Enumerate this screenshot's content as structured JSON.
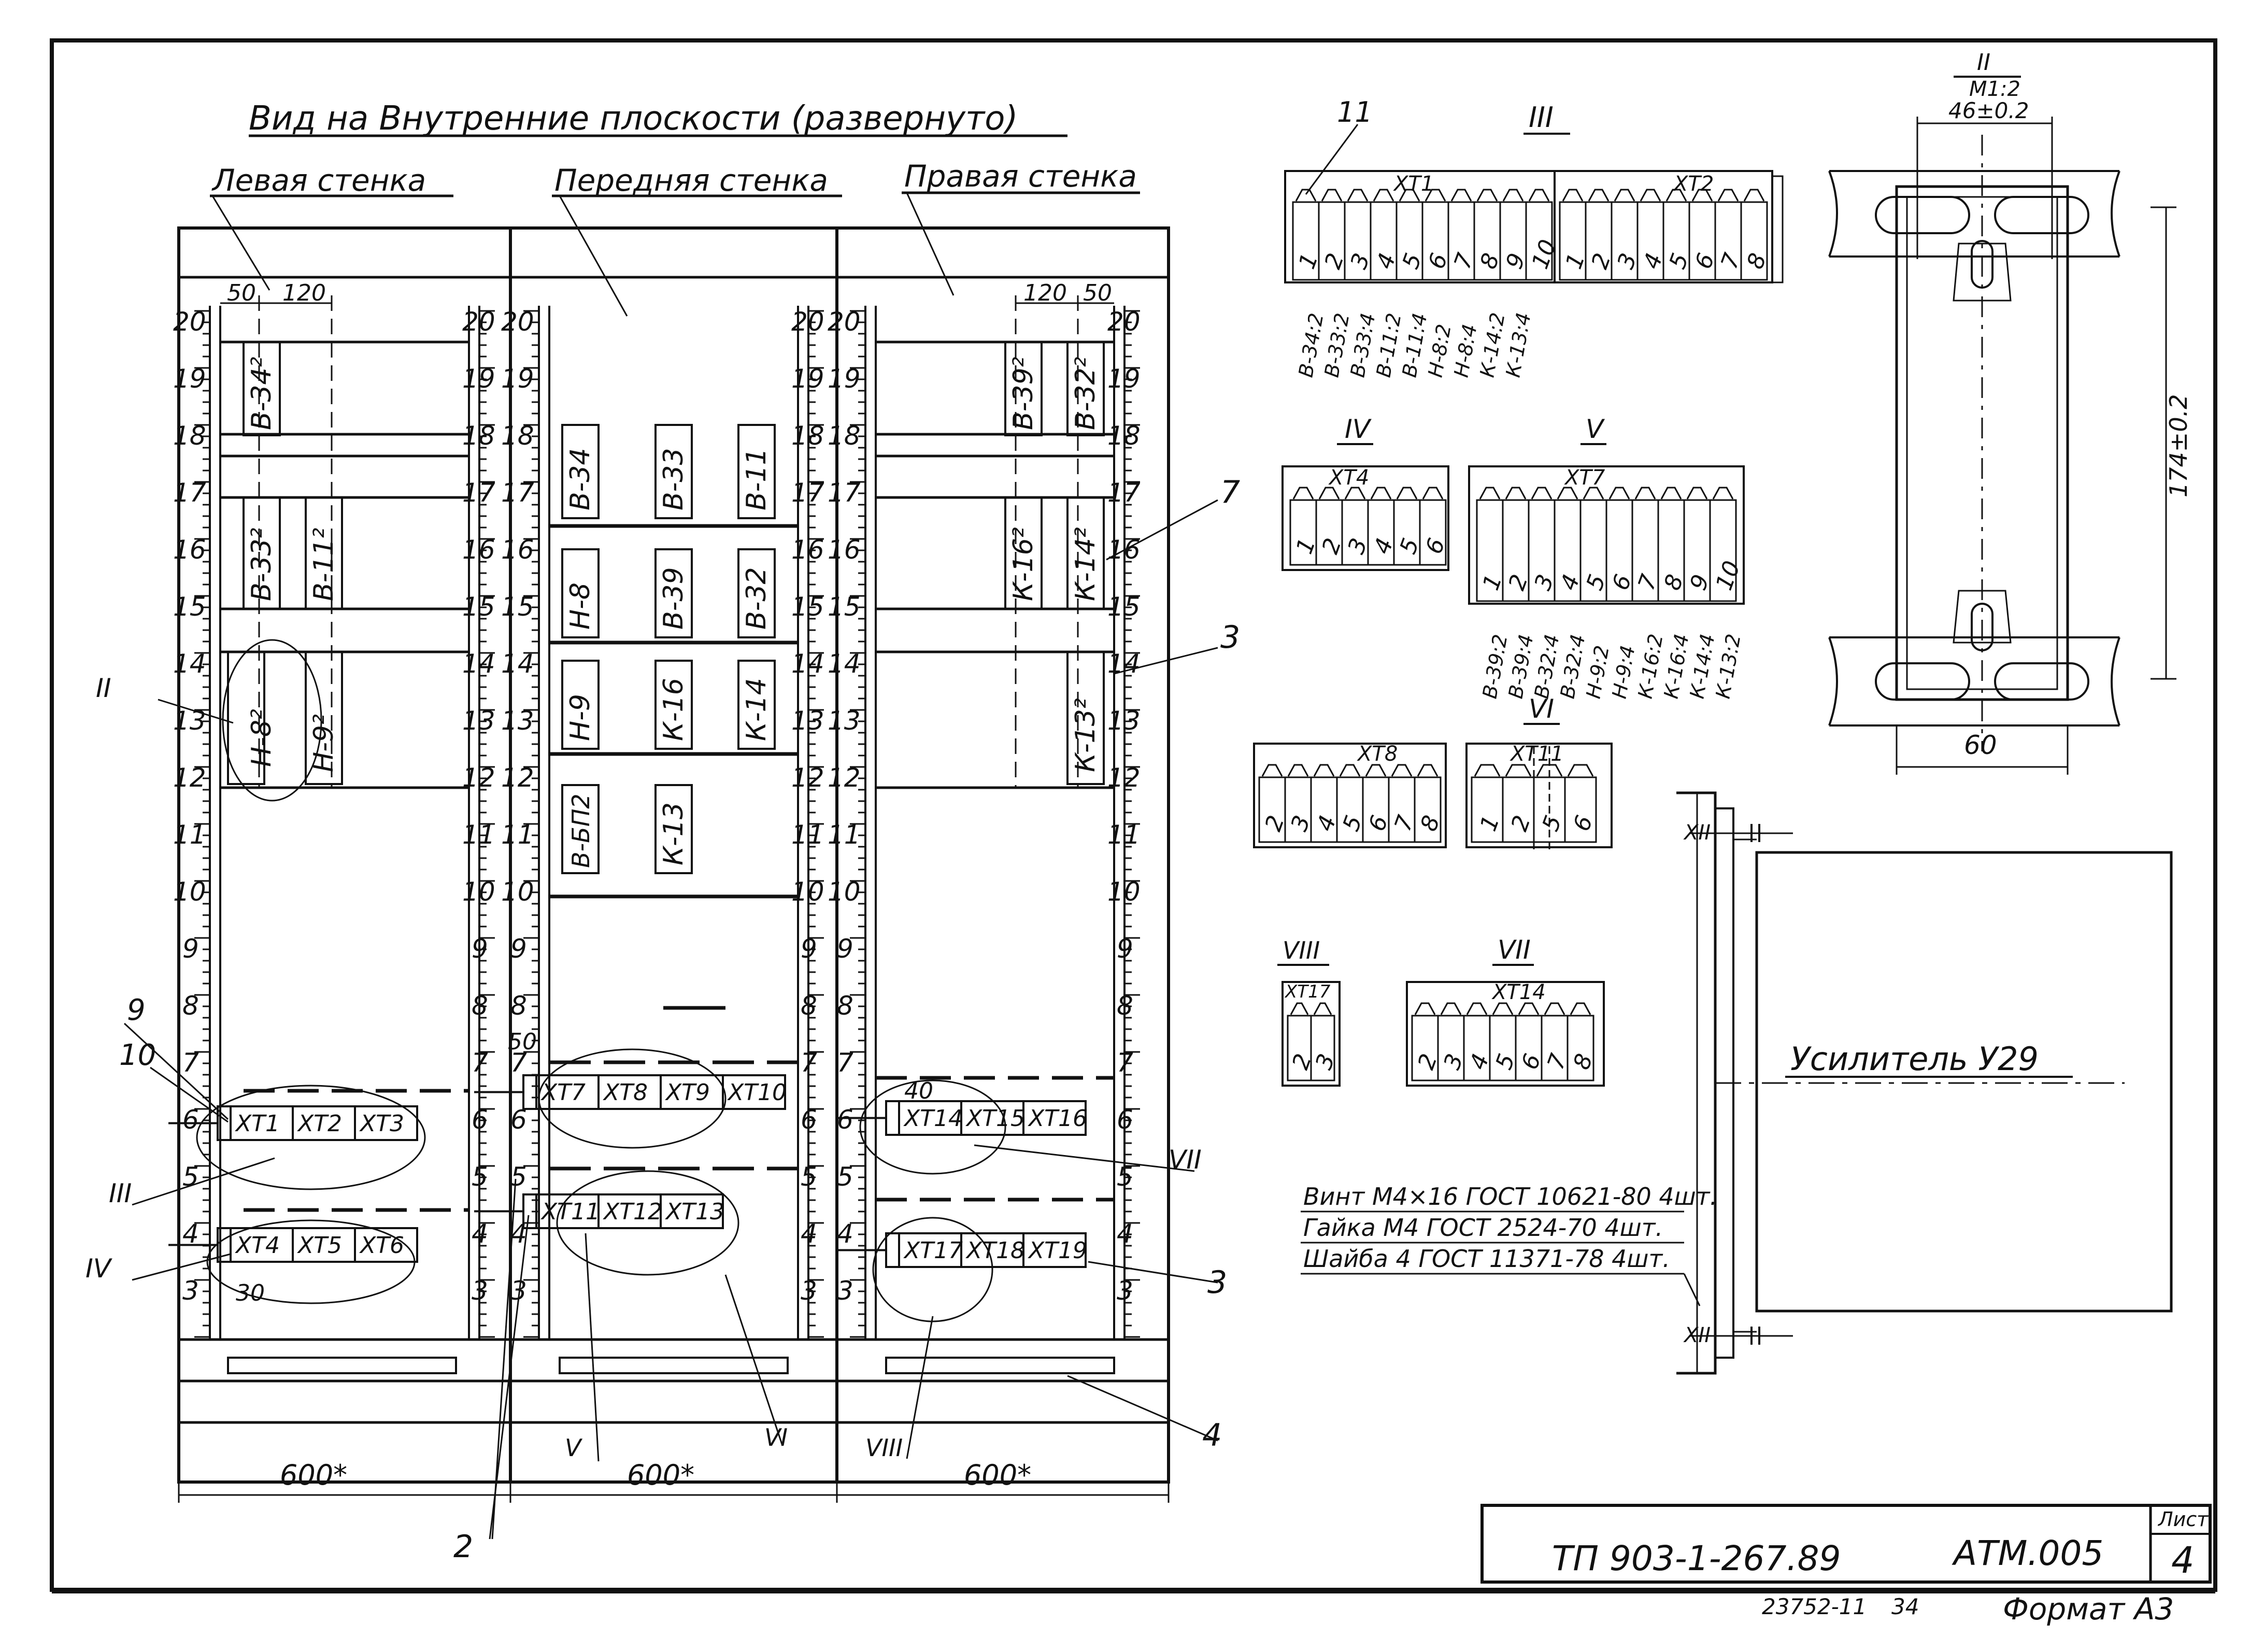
{
  "drawing": {
    "title": "Вид на Внутренние плоскости (развернуто)",
    "walls": {
      "left": "Левая стенка",
      "front": "Передняя стенка",
      "right": "Правая стенка"
    },
    "rack_numbers": [
      "20",
      "19",
      "18",
      "17",
      "16",
      "15",
      "14",
      "13",
      "12",
      "11",
      "10",
      "9",
      "8",
      "7",
      "6",
      "5",
      "4",
      "3"
    ],
    "left_dims": {
      "a": "50",
      "b": "120"
    },
    "right_dims": {
      "a": "120",
      "b": "50"
    },
    "left_wall_modules": [
      "В-34²",
      "В-33²",
      "В-11²",
      "Н-8²",
      "Н-9²"
    ],
    "front_wall_modules": [
      "В-34",
      "В-33",
      "В-11",
      "Н-8",
      "В-39",
      "В-32",
      "Н-9",
      "К-16",
      "К-14",
      "В-БП2",
      "К-13"
    ],
    "right_wall_modules": [
      "В-39²",
      "В-32²",
      "К-16²",
      "К-14²",
      "К-13²"
    ],
    "terminal_blocks": {
      "left_upper": [
        "ХТ1",
        "ХТ2",
        "ХТ3"
      ],
      "left_lower": [
        "ХТ4",
        "ХТ5",
        "ХТ6"
      ],
      "front_upper": [
        "ХТ7",
        "ХТ8",
        "ХТ9",
        "ХТ10"
      ],
      "front_lower": [
        "ХТ11",
        "ХТ12",
        "ХТ13"
      ],
      "right_upper": [
        "ХТ14",
        "ХТ15",
        "ХТ16"
      ],
      "right_lower": [
        "ХТ17",
        "ХТ18",
        "ХТ19"
      ]
    },
    "small_dims": {
      "d30": "30",
      "d40": "40",
      "d50": "50"
    },
    "bottom_dims": [
      "600*",
      "600*",
      "600*"
    ],
    "callouts": {
      "n9": "9",
      "n10": "10",
      "n7": "7",
      "n3a": "3",
      "n3b": "3",
      "n4": "4",
      "n2": "2",
      "rII": "II",
      "rIII": "III",
      "rIV": "IV",
      "rV": "V",
      "rVI": "VI",
      "rVII": "VII",
      "rVIII": "VIII"
    },
    "detail_III": {
      "label": "III",
      "callout": "11",
      "block1": "ХТ1",
      "block2": "ХТ2",
      "terminals1": [
        "1",
        "2",
        "3",
        "4",
        "5",
        "6",
        "7",
        "8",
        "9",
        "10"
      ],
      "terminals2": [
        "1",
        "2",
        "3",
        "4",
        "5",
        "6",
        "7",
        "8"
      ],
      "wires": [
        "В-34:2",
        "В-33:2",
        "В-33:4",
        "В-11:2",
        "В-11:4",
        "Н-8:2",
        "Н-8:4",
        "К-14:2",
        "К-13:4"
      ]
    },
    "detail_IV": {
      "label": "IV",
      "block": "ХТ4",
      "terminals": [
        "1",
        "2",
        "3",
        "4",
        "5",
        "6"
      ]
    },
    "detail_V": {
      "label": "V",
      "block": "ХТ7",
      "terminals": [
        "1",
        "2",
        "3",
        "4",
        "5",
        "6",
        "7",
        "8",
        "9",
        "10"
      ],
      "wires": [
        "В-39:2",
        "В-39:4",
        "В-32:4",
        "В-32:4",
        "Н-9:2",
        "Н-9:4",
        "К-16:2",
        "К-16:4",
        "К-14:4",
        "К-13:2"
      ]
    },
    "detail_XT8": {
      "block": "ХТ8",
      "terminals": [
        "2",
        "3",
        "4",
        "5",
        "6",
        "7",
        "8"
      ]
    },
    "detail_VI": {
      "label": "VI",
      "block": "ХТ11",
      "terminals": [
        "1",
        "2",
        "5",
        "6"
      ]
    },
    "detail_VIII": {
      "label": "VIII",
      "block": "ХТ17",
      "terminals": [
        "2",
        "3"
      ]
    },
    "detail_VII": {
      "label": "VII",
      "block": "ХТ14",
      "terminals": [
        "2",
        "3",
        "4",
        "5",
        "6",
        "7",
        "8"
      ]
    },
    "detail_II": {
      "label": "II",
      "scale": "М1:2",
      "width_top": "46±0.2",
      "height": "174±0.2",
      "width_bottom": "60"
    },
    "amplifier": {
      "label": "Усилитель У29",
      "section_mark": "XII"
    },
    "spec": [
      "Винт М4×16 ГОСТ 10621-80 4шт.",
      "Гайка М4 ГОСТ 2524-70 4шт.",
      "Шайба 4 ГОСТ 11371-78 4шт."
    ],
    "title_block": {
      "doc_number": "ТП 903-1-267.89",
      "code": "АТМ.005",
      "sheet_label": "Лист",
      "sheet": "4",
      "inventory": "23752-11",
      "page_ref": "34",
      "format": "Формат А3"
    }
  }
}
